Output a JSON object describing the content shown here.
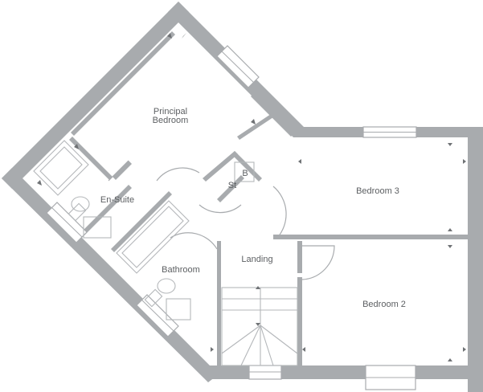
{
  "rooms": {
    "principal_line1": "Principal",
    "principal_line2": "Bedroom",
    "ensuite": "En-Suite",
    "bathroom": "Bathroom",
    "landing": "Landing",
    "bedroom3": "Bedroom 3",
    "bedroom2": "Bedroom 2",
    "store": "St",
    "boiler": "B"
  },
  "colors": {
    "wall": "#a8abae",
    "label": "#5c5f62",
    "background": "#ffffff"
  }
}
